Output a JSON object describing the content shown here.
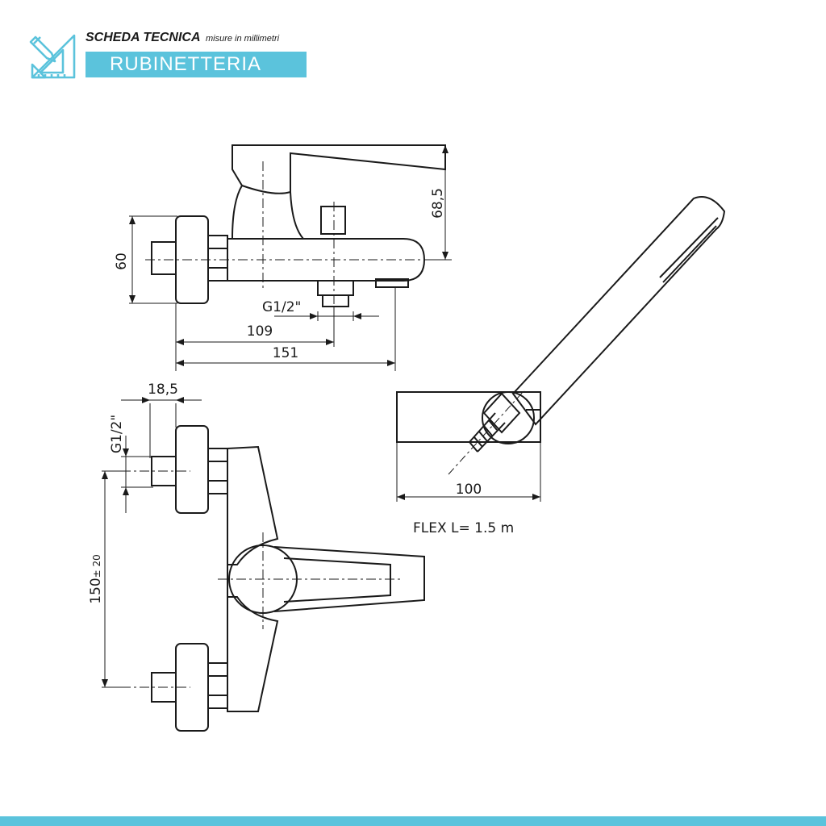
{
  "header": {
    "title": "SCHEDA TECNICA",
    "subtitle": "misure in millimetri",
    "category": "RUBINETTERIA",
    "icon": "ruler-pencil-icon"
  },
  "colors": {
    "accent": "#5bc3dc",
    "line": "#1a1a1a"
  },
  "dimensions": {
    "height_spout": "68,5",
    "wall_depth": "60",
    "thread_outlet": "G1/2\"",
    "length_to_outlet": "109",
    "total_length": "151",
    "connector_depth": "18,5",
    "thread_inlet": "G1/2\"",
    "center_distance": "150",
    "center_tolerance": "± 20",
    "shower_holder_width": "100"
  },
  "accessories": {
    "flex_label": "FLEX L= 1.5 m"
  }
}
